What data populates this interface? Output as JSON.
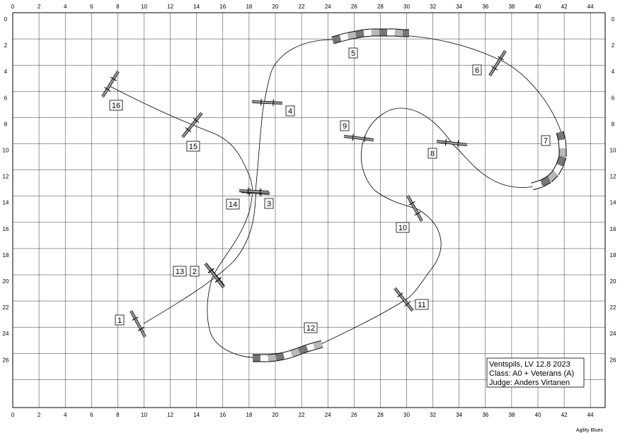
{
  "course": {
    "x_ticks": [
      "0",
      "2",
      "4",
      "6",
      "8",
      "10",
      "12",
      "14",
      "16",
      "18",
      "20",
      "22",
      "24",
      "26",
      "28",
      "30",
      "32",
      "34",
      "36",
      "38",
      "40",
      "42",
      "44"
    ],
    "y_ticks": [
      "0",
      "2",
      "4",
      "6",
      "8",
      "10",
      "12",
      "14",
      "16",
      "18",
      "20",
      "22",
      "24",
      "26"
    ],
    "obstacles": [
      {
        "label": "1",
        "type": "jump"
      },
      {
        "label": "2",
        "type": "jump"
      },
      {
        "label": "3",
        "type": "jump"
      },
      {
        "label": "4",
        "type": "jump"
      },
      {
        "label": "5",
        "type": "tunnel"
      },
      {
        "label": "6",
        "type": "jump"
      },
      {
        "label": "7",
        "type": "tunnel"
      },
      {
        "label": "8",
        "type": "jump"
      },
      {
        "label": "9",
        "type": "jump"
      },
      {
        "label": "10",
        "type": "jump"
      },
      {
        "label": "11",
        "type": "jump"
      },
      {
        "label": "12",
        "type": "tunnel"
      },
      {
        "label": "13",
        "type": "jump"
      },
      {
        "label": "14",
        "type": "jump"
      },
      {
        "label": "15",
        "type": "jump"
      },
      {
        "label": "16",
        "type": "jump"
      }
    ],
    "info_lines": [
      "Ventspils, LV 12.8 2023",
      "Class: A0 + Veterans (A)",
      "Judge: Anders Virtanen"
    ],
    "brand": "Agility Blues"
  }
}
